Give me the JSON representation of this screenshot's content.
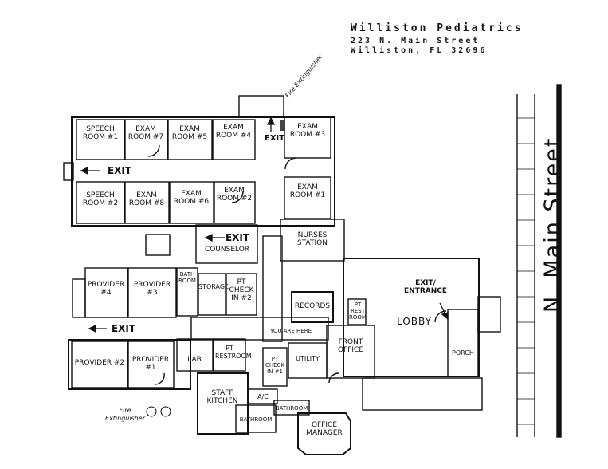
{
  "header": {
    "title": "Williston Pediatrics",
    "address_line1": "223 N. Main Street",
    "address_line2": "Williston, FL 32696"
  },
  "street_label": "N. Main Street",
  "rooms": {
    "speech1": "SPEECH ROOM #1",
    "exam7": "EXAM ROOM #7",
    "exam5": "EXAM ROOM #5",
    "exam4": "EXAM ROOM #4",
    "exam3": "EXAM ROOM #3",
    "speech2": "SPEECH ROOM #2",
    "exam8": "EXAM ROOM #8",
    "exam6": "EXAM ROOM #6",
    "exam2": "EXAM ROOM #2",
    "exam1": "EXAM ROOM #1",
    "nurses": "NURSES STATION",
    "counselor": "COUNSELOR",
    "provider4": "PROVIDER #4",
    "provider3": "PROVIDER #3",
    "bathroom_upper": "BATH ROOM",
    "storage": "STORAGE",
    "ptcheckin2": "PT CHECK IN #2",
    "records": "RECORDS",
    "ptrestroom_right": "PT REST ROOM",
    "lobby": "LOBBY",
    "provider2": "PROVIDER #2",
    "provider1": "PROVIDER #1",
    "lab": "LAB",
    "ptrestroom": "PT RESTROOM",
    "ptcheckin1": "PT CHECK IN #1",
    "utility": "UTILITY",
    "frontoffice": "FRONT OFFICE",
    "porch": "PORCH",
    "staffkitchen": "STAFF KITCHEN",
    "ac": "A/C",
    "bathroom_lower1": "BATHROOM",
    "bathroom_lower2": "BATHROOM",
    "officemanager": "OFFICE MANAGER"
  },
  "exits": {
    "top_left": "EXIT",
    "bottom_left": "EXIT",
    "counselor": "EXIT",
    "corridor": "EXIT",
    "entrance": "EXIT/ ENTRANCE"
  },
  "annotations": {
    "you_are_here": "YOU ARE HERE",
    "fire_ext_top": "Fire Extinguisher",
    "fire_ext_bottom": "Fire Extinguisher"
  },
  "colors": {
    "ink": "#111111",
    "paper": "#ffffff"
  }
}
